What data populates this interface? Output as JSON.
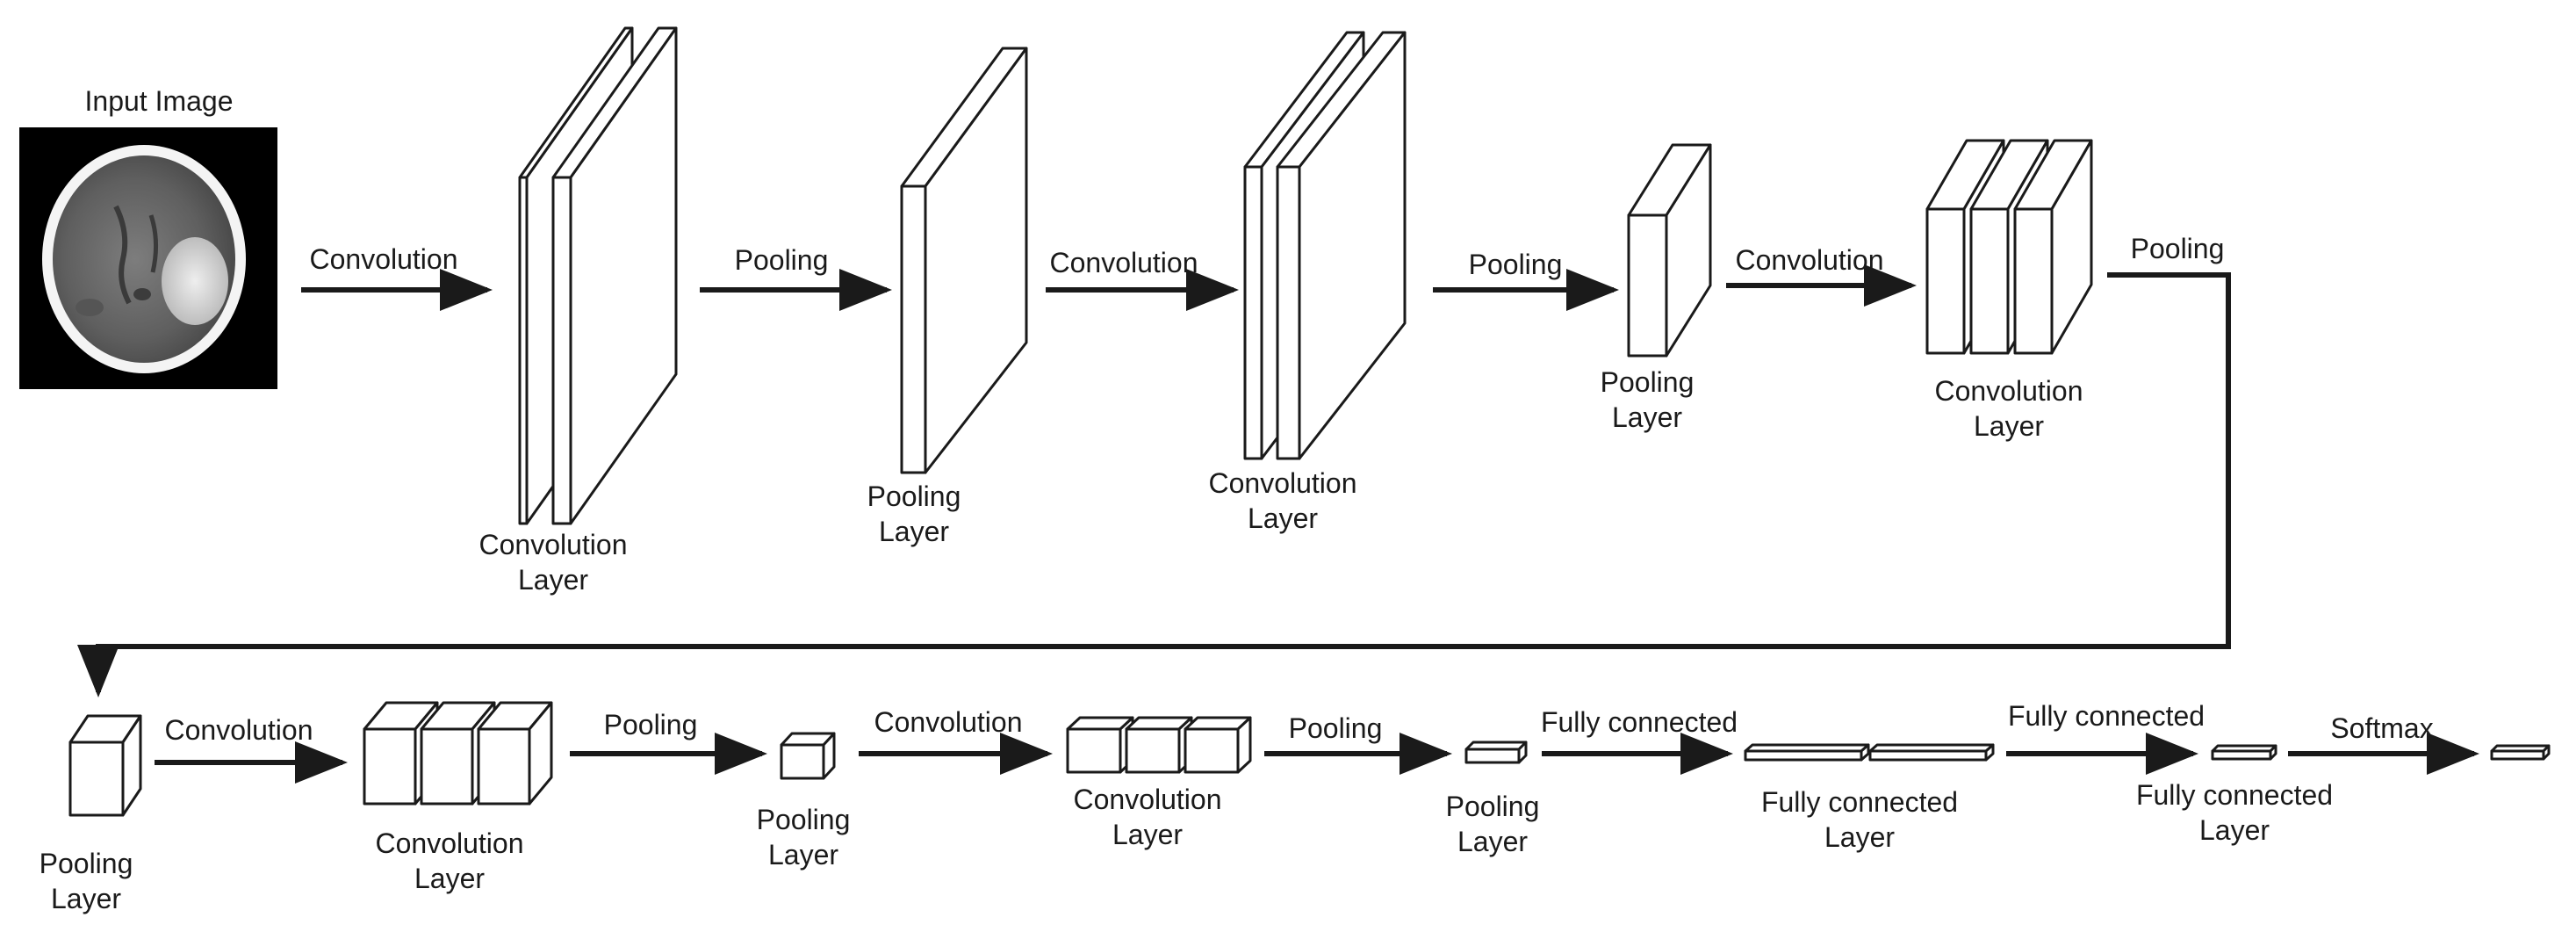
{
  "input_image": {
    "caption": "Input Image"
  },
  "edges": {
    "e1": "Convolution",
    "e2": "Pooling",
    "e3": "Convolution",
    "e4": "Pooling",
    "e5": "Convolution",
    "e6": "Pooling",
    "e7": "Convolution",
    "e8": "Pooling",
    "e9": "Convolution",
    "e10": "Pooling",
    "e11": "Fully connected",
    "e12": "Fully connected",
    "e13": "Softmax"
  },
  "layers": {
    "l1": [
      "Convolution",
      "Layer"
    ],
    "l2": [
      "Pooling",
      "Layer"
    ],
    "l3": [
      "Convolution",
      "Layer"
    ],
    "l4": [
      "Pooling",
      "Layer"
    ],
    "l5": [
      "Convolution",
      "Layer"
    ],
    "l6": [
      "Pooling",
      "Layer"
    ],
    "l7": [
      "Convolution",
      "Layer"
    ],
    "l8": [
      "Pooling",
      "Layer"
    ],
    "l9": [
      "Convolution",
      "Layer"
    ],
    "l10": [
      "Pooling",
      "Layer"
    ],
    "l11": [
      "Fully connected",
      "Layer"
    ],
    "l12": [
      "Fully connected",
      "Layer"
    ]
  }
}
